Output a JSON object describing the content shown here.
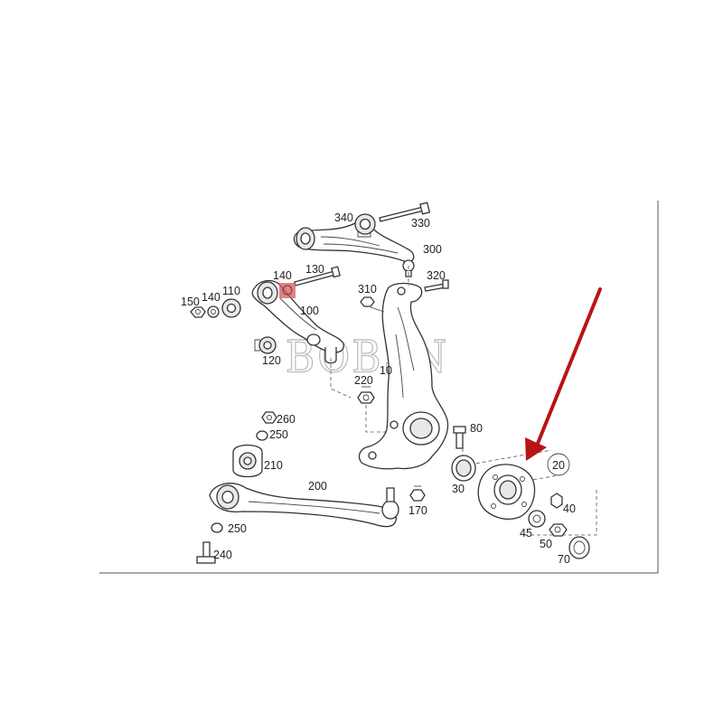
{
  "diagram": {
    "watermark": "BOBSN",
    "callouts": [
      "340",
      "330",
      "300",
      "140",
      "130",
      "320",
      "310",
      "150",
      "140",
      "110",
      "100",
      "120",
      "220",
      "10",
      "260",
      "250",
      "80",
      "210",
      "20",
      "200",
      "30",
      "40",
      "170",
      "45",
      "50",
      "250",
      "70",
      "240"
    ]
  },
  "colors": {
    "line": "#333333",
    "highlight": "#e05555",
    "arrow": "#b81414",
    "background": "#ffffff"
  }
}
